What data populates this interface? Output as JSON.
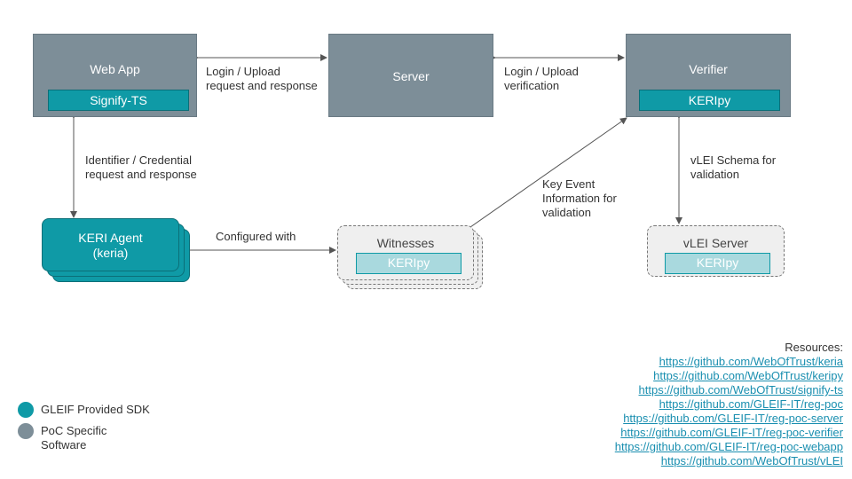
{
  "nodes": {
    "web_app": {
      "title": "Web App",
      "sdk": "Signify-TS"
    },
    "server": {
      "title": "Server"
    },
    "verifier": {
      "title": "Verifier",
      "sdk": "KERIpy"
    },
    "keri_agent": {
      "title_line1": "KERI Agent",
      "title_line2": "(keria)"
    },
    "witnesses": {
      "title": "Witnesses",
      "sdk": "KERIpy"
    },
    "vlei_server": {
      "title": "vLEI Server",
      "sdk": "KERIpy"
    }
  },
  "edges": {
    "webapp_server": {
      "line1": "Login / Upload",
      "line2": "request and response"
    },
    "server_verifier": {
      "line1": "Login / Upload",
      "line2": "verification"
    },
    "webapp_agent": {
      "line1": "Identifier / Credential",
      "line2": "request and response"
    },
    "agent_witnesses": {
      "line1": "Configured with"
    },
    "witnesses_verifier": {
      "line1": "Key Event",
      "line2": "Information for",
      "line3": "validation"
    },
    "verifier_vlei": {
      "line1": "vLEI Schema for",
      "line2": "validation"
    }
  },
  "resources": {
    "title": "Resources:",
    "links": [
      "https://github.com/WebOfTrust/keria",
      "https://github.com/WebOfTrust/keripy",
      "https://github.com/WebOfTrust/signify-ts",
      "https://github.com/GLEIF-IT/reg-poc",
      "https://github.com/GLEIF-IT/reg-poc-server",
      "https://github.com/GLEIF-IT/reg-poc-verifier",
      "https://github.com/GLEIF-IT/reg-poc-webapp",
      "https://github.com/WebOfTrust/vLEI"
    ]
  },
  "legend": {
    "items": [
      {
        "label_line1": "GLEIF Provided SDK",
        "label_line2": "",
        "color": "#0f9aa6"
      },
      {
        "label_line1": "PoC Specific",
        "label_line2": "Software",
        "color": "#7d8e98"
      }
    ]
  },
  "colors": {
    "gleif_sdk": "#0f9aa6",
    "poc_software": "#7d8e98",
    "link": "#1a8fb0"
  }
}
